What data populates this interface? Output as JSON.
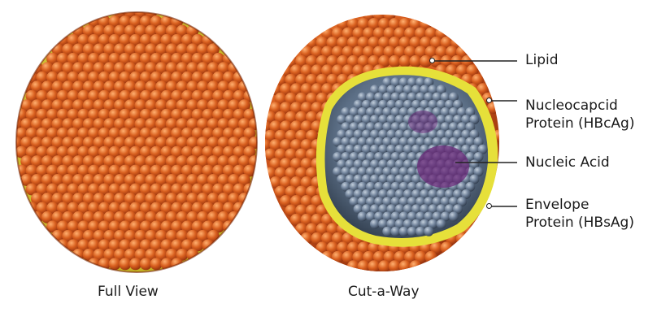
{
  "captions": {
    "full": "Full View",
    "cutaway": "Cut-a-Way"
  },
  "labels": {
    "lipid": "Lipid",
    "nucleocapsid_line1": "Nucleocapcid",
    "nucleocapsid_line2": "Protein (HBcAg)",
    "nucleic_acid": "Nucleic Acid",
    "envelope_line1": "Envelope",
    "envelope_line2": "Protein (HBsAg)"
  },
  "colors": {
    "envelope_orange": "#d4581c",
    "lipid_yellow": "#e6e03a",
    "core_blue": "#5c6f86",
    "nucleic_purple": "#6b2a7a"
  }
}
